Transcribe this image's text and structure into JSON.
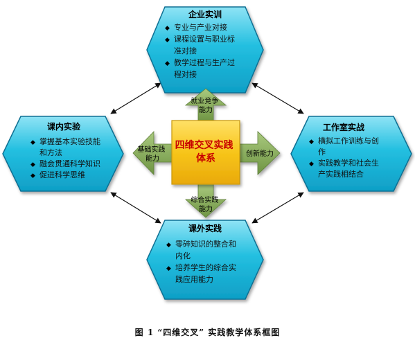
{
  "diagram": {
    "hexagons": {
      "top": {
        "title": "企业实训",
        "items": [
          {
            "lines": [
              "专业与产业对接"
            ]
          },
          {
            "lines": [
              "课程设置与职业标",
              "准对接"
            ]
          },
          {
            "lines": [
              "教学过程与生产过",
              "程对接"
            ]
          }
        ]
      },
      "left": {
        "title": "课内实验",
        "items": [
          {
            "lines": [
              "掌握基本实验技能",
              "和方法"
            ]
          },
          {
            "lines": [
              "融会贯通科学知识"
            ]
          },
          {
            "lines": [
              "促进科学思维"
            ]
          }
        ]
      },
      "right": {
        "title": "工作室实战",
        "items": [
          {
            "lines": [
              "横拟工作训练与创",
              "作"
            ]
          },
          {
            "lines": [
              "实践教学和社会生",
              "产实践相结合"
            ]
          }
        ]
      },
      "bottom": {
        "title": "课外实践",
        "items": [
          {
            "lines": [
              "零碎知识的整合和",
              "内化"
            ]
          },
          {
            "lines": [
              "培养学生的综合实",
              "践应用能力"
            ]
          }
        ]
      }
    },
    "center": {
      "lines": [
        "四维交叉实践",
        "体系"
      ]
    },
    "arrow_labels": {
      "up": [
        "就业竞争",
        "能力"
      ],
      "left": [
        "基础实践",
        "能力"
      ],
      "right": [
        "创新能力"
      ],
      "down": [
        "综合实践",
        "能力"
      ]
    },
    "colors": {
      "hex_fill": "#1fb6d8",
      "hex_stroke": "#0f6f93",
      "arrow_fill": "#7ea452",
      "center_fill": "#f5c418",
      "center_text": "#c80000"
    }
  },
  "caption": "图 1 “四维交叉” 实践教学体系框图"
}
